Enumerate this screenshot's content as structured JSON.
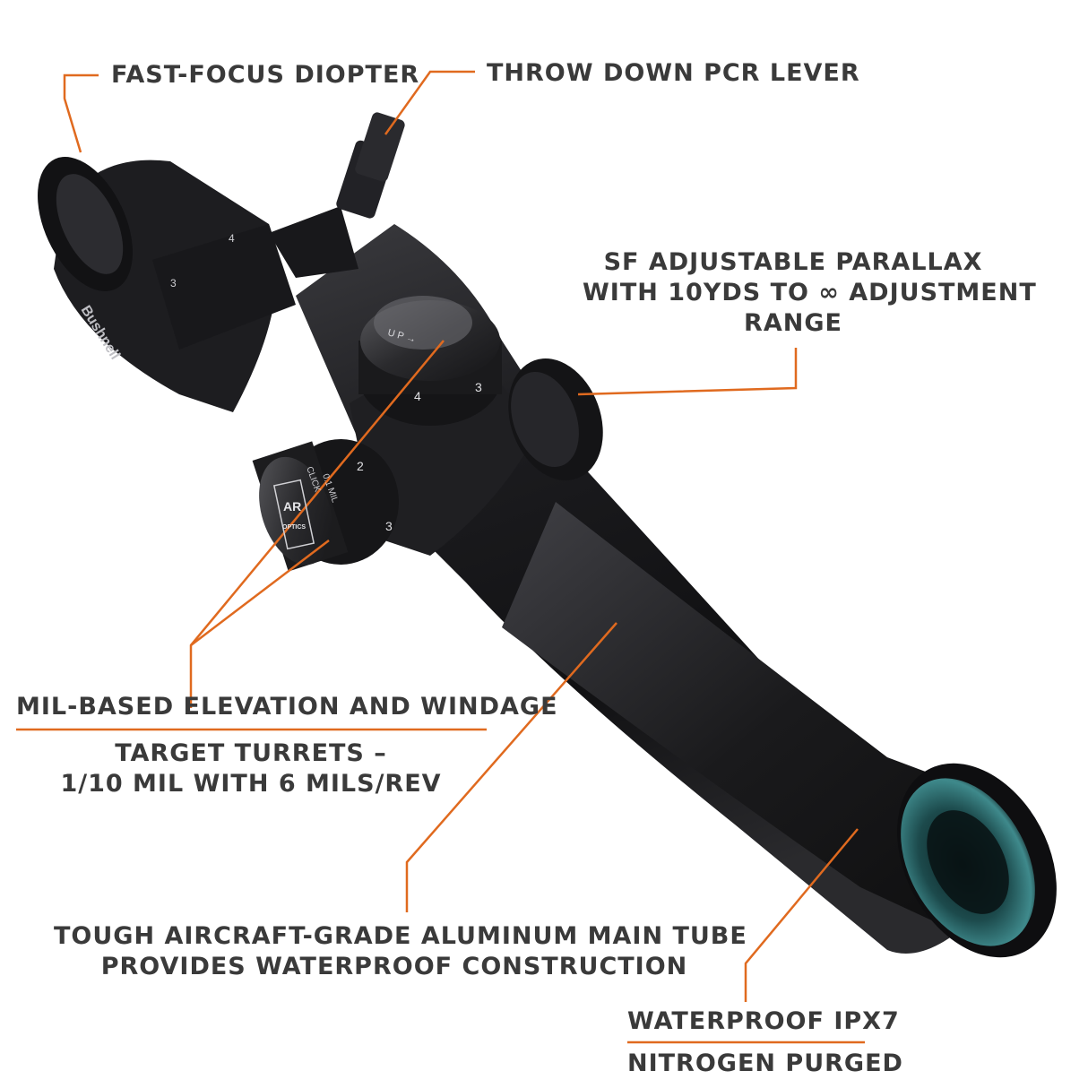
{
  "colors": {
    "accent": "#e06a1f",
    "text": "#3a3a3a",
    "scope_body": "#1b1b1d",
    "lens_glass": "#2f6f73"
  },
  "brand": {
    "scope_print": "Bushnell",
    "turret_badge_line1": "AR",
    "turret_badge_line2": "OPTICS",
    "turret_up_text": "U P →",
    "turret_click_text": "CLICK",
    "turret_mil_text": "0.1 MIL",
    "elevation_ticks": [
      "4",
      "3"
    ],
    "windage_ticks": [
      "2",
      "3"
    ],
    "eyepiece_tick": "3",
    "power_ring_tick": "4"
  },
  "callouts": {
    "diopter": "FAST-FOCUS DIOPTER",
    "pcr_lever": "THROW DOWN PCR LEVER",
    "parallax": {
      "line1": "SF ADJUSTABLE PARALLAX",
      "line2": "WITH 10YDS TO ∞ ADJUSTMENT",
      "line3": "RANGE"
    },
    "turrets": {
      "heading": "MIL-BASED ELEVATION AND WINDAGE",
      "line1": "TARGET TURRETS –",
      "line2": "1/10 MIL WITH 6 MILS/REV"
    },
    "main_tube": {
      "line1": "TOUGH AIRCRAFT-GRADE ALUMINUM MAIN TUBE",
      "line2": "PROVIDES WATERPROOF CONSTRUCTION"
    },
    "waterproof": {
      "heading": "WATERPROOF IPX7",
      "line1": "NITROGEN PURGED"
    }
  }
}
